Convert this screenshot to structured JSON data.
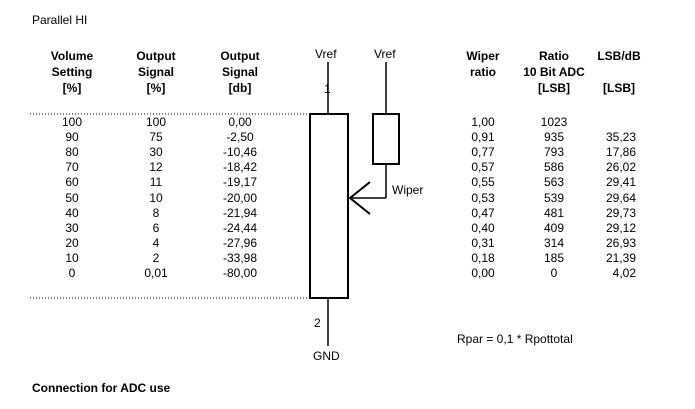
{
  "title": "Parallel HI",
  "footer": "Connection for ADC use",
  "headers": {
    "volume": [
      "Volume",
      "Setting",
      "[%]"
    ],
    "output_pct": [
      "Output",
      "Signal",
      "[%]"
    ],
    "output_db": [
      "Output",
      "Signal",
      "[db]"
    ],
    "wiper_ratio": [
      "Wiper",
      "ratio"
    ],
    "adc_ratio": [
      "Ratio",
      "10 Bit ADC",
      "[LSB]"
    ],
    "lsb_db": [
      "LSB/dB",
      "",
      "[LSB]"
    ]
  },
  "rows": [
    {
      "volume": "100",
      "out_pct": "100",
      "out_db": "0,00",
      "wiper": "1,00",
      "adc": "1023",
      "lsbdb": ""
    },
    {
      "volume": "90",
      "out_pct": "75",
      "out_db": "-2,50",
      "wiper": "0,91",
      "adc": "935",
      "lsbdb": "35,23"
    },
    {
      "volume": "80",
      "out_pct": "30",
      "out_db": "-10,46",
      "wiper": "0,77",
      "adc": "793",
      "lsbdb": "17,86"
    },
    {
      "volume": "70",
      "out_pct": "12",
      "out_db": "-18,42",
      "wiper": "0,57",
      "adc": "586",
      "lsbdb": "26,02"
    },
    {
      "volume": "60",
      "out_pct": "11",
      "out_db": "-19,17",
      "wiper": "0,55",
      "adc": "563",
      "lsbdb": "29,41"
    },
    {
      "volume": "50",
      "out_pct": "10",
      "out_db": "-20,00",
      "wiper": "0,53",
      "adc": "539",
      "lsbdb": "29,64"
    },
    {
      "volume": "40",
      "out_pct": "8",
      "out_db": "-21,94",
      "wiper": "0,47",
      "adc": "481",
      "lsbdb": "29,73"
    },
    {
      "volume": "30",
      "out_pct": "6",
      "out_db": "-24,44",
      "wiper": "0,40",
      "adc": "409",
      "lsbdb": "29,12"
    },
    {
      "volume": "20",
      "out_pct": "4",
      "out_db": "-27,96",
      "wiper": "0,31",
      "adc": "314",
      "lsbdb": "26,93"
    },
    {
      "volume": "10",
      "out_pct": "2",
      "out_db": "-33,98",
      "wiper": "0,18",
      "adc": "185",
      "lsbdb": "21,39"
    },
    {
      "volume": "0",
      "out_pct": "0,01",
      "out_db": "-80,00",
      "wiper": "0,00",
      "adc": "0",
      "lsbdb": "4,02"
    }
  ],
  "circuit": {
    "vref_left": "Vref",
    "vref_right": "Vref",
    "pin_top": "1",
    "pin_bottom": "2",
    "wiper_label": "Wiper",
    "gnd_label": "GND",
    "rpar_note": "Rpar = 0,1 * Rpottotal"
  }
}
